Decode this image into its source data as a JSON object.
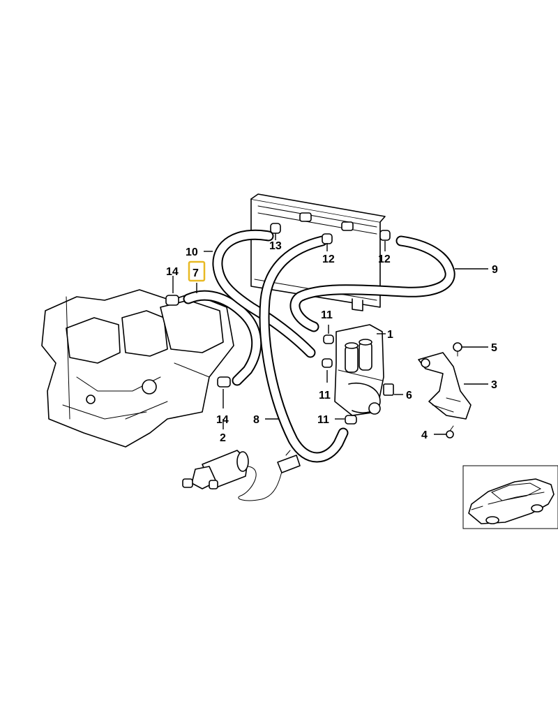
{
  "labels": {
    "p1": "1",
    "p2": "2",
    "p3": "3",
    "p4": "4",
    "p5": "5",
    "p6": "6",
    "p7": "7",
    "p8": "8",
    "p9": "9",
    "p10": "10",
    "p11a": "11",
    "p11b": "11",
    "p11c": "11",
    "p12a": "12",
    "p12b": "12",
    "p13": "13",
    "p14a": "14",
    "p14b": "14"
  },
  "colors": {
    "highlight": "#E8B923",
    "ink": "#000000",
    "paper": "#ffffff"
  },
  "icons": {
    "inset": "car-silhouette-icon"
  }
}
